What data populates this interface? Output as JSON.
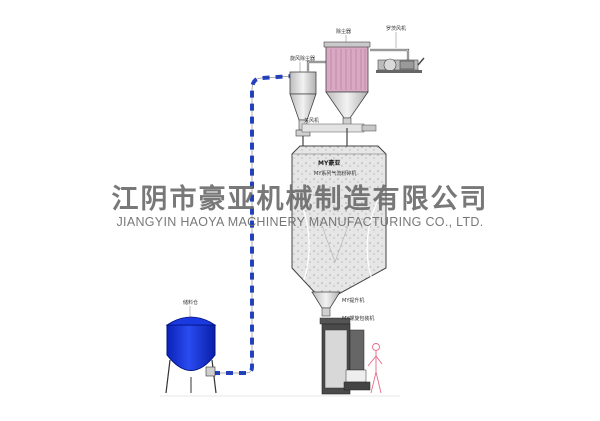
{
  "labels": {
    "dust_collector": "除尘器",
    "roots_blower": "罗茨风机",
    "cyclone": "旋风除尘器",
    "feed_valve": "关风机",
    "vessel_name": "MY系列气流粉碎机",
    "hopper": "MY提升机",
    "packer": "MY螺旋包装机",
    "feed_bin": "储料仓"
  },
  "logo_text": "MY豪亚",
  "watermark": {
    "company_cn": "江阴市豪亚机械制造有限公司",
    "company_en": "JIANGYIN HAOYA MACHINERY MANUFACTURING CO., LTD."
  },
  "colors": {
    "bin_blue": "#1133dd",
    "pipe_blue": "#2244cc",
    "dust_pink": "#d9a8c2",
    "steel": "#c8c8c8",
    "dark": "#333333",
    "watermark": "#6d6d6d"
  }
}
